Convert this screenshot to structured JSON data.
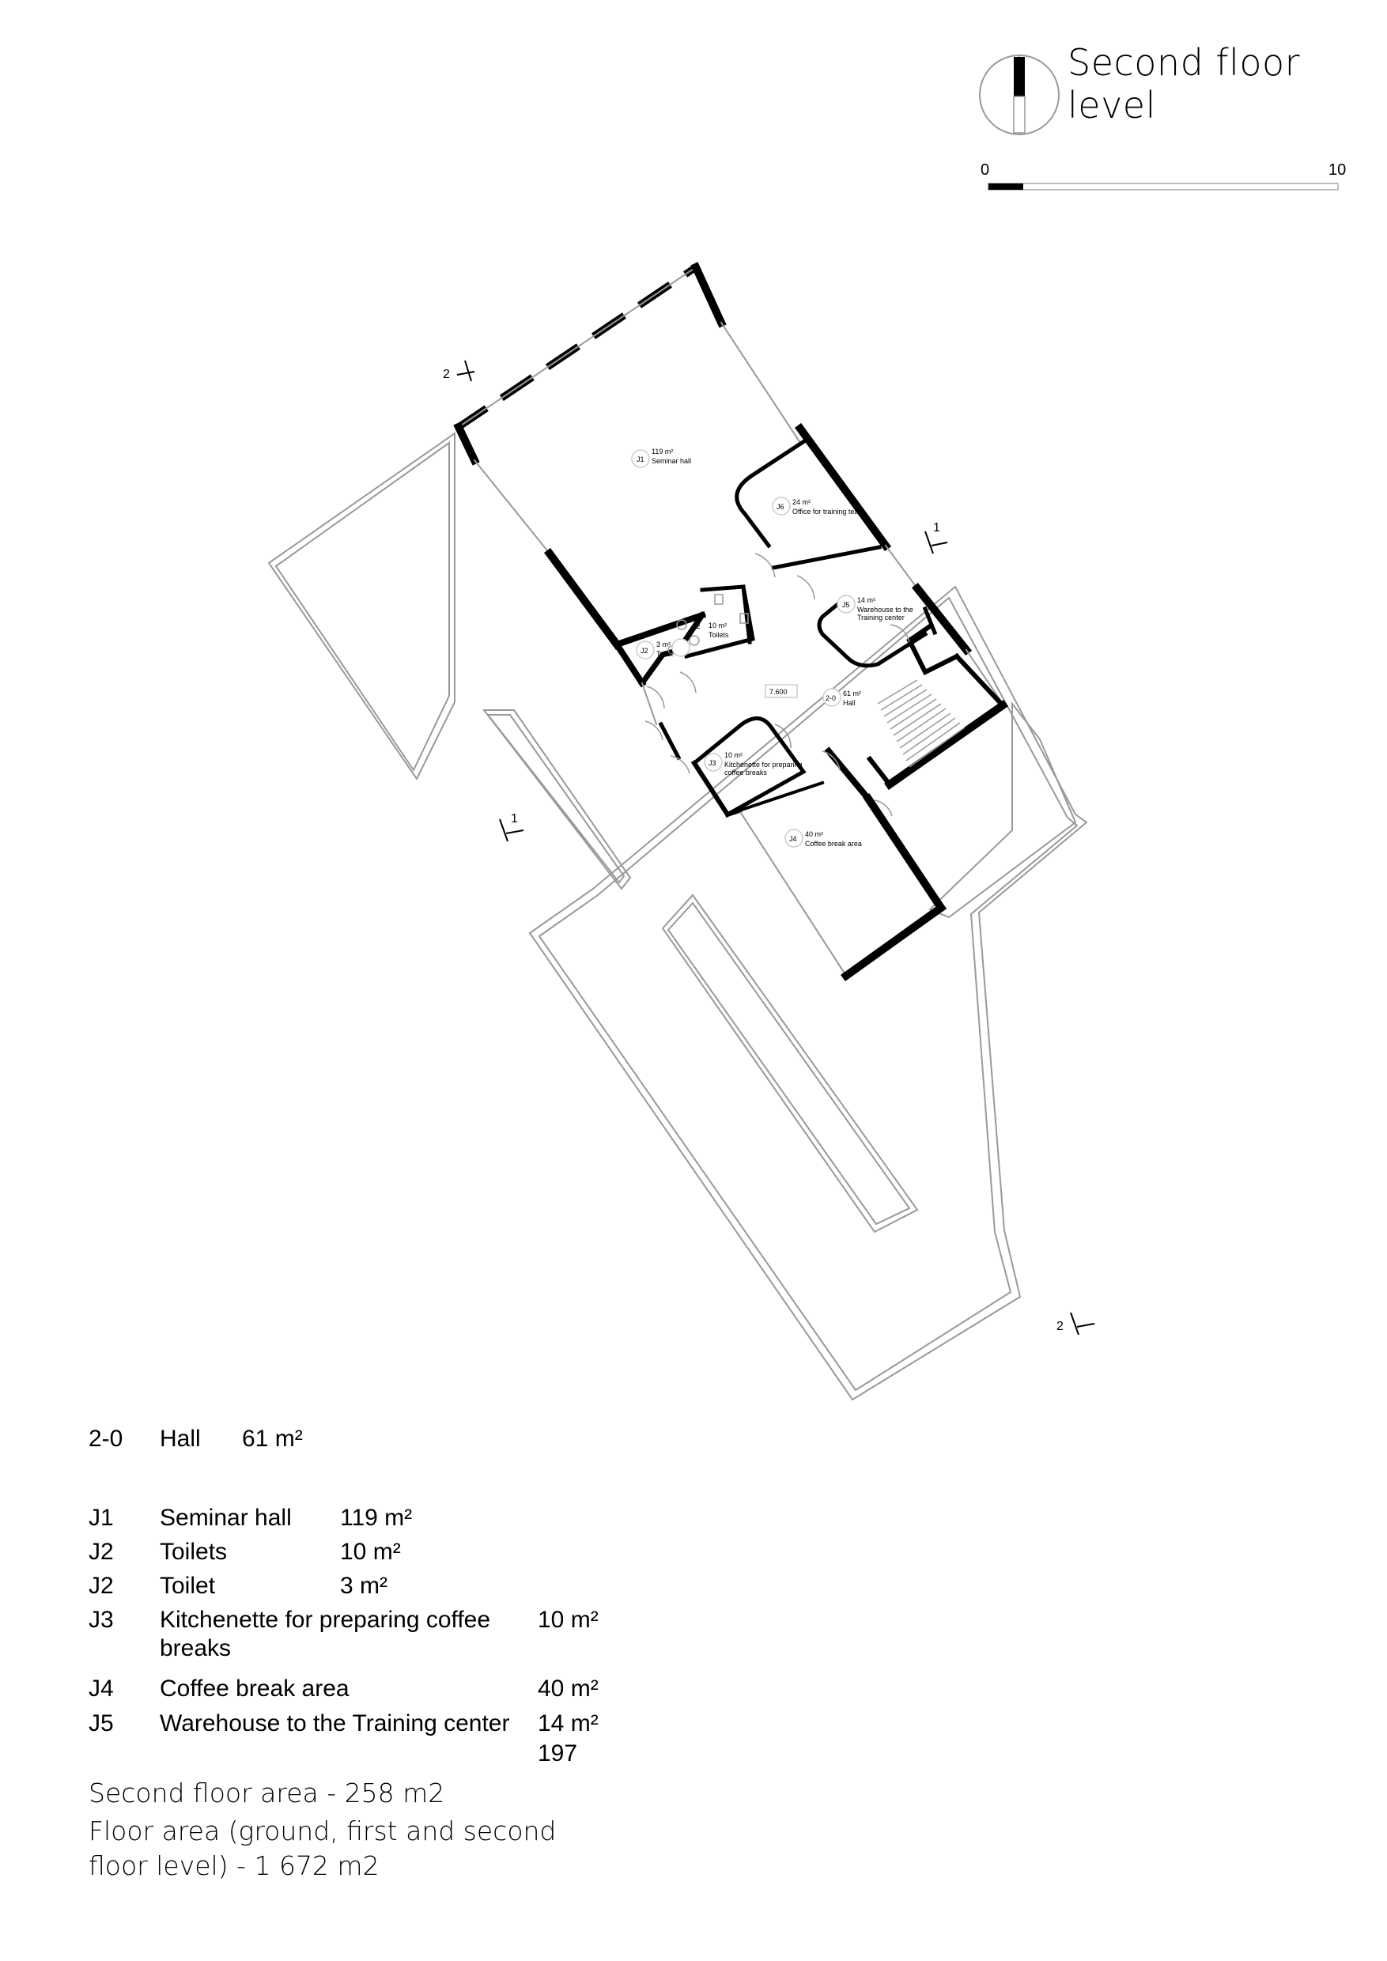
{
  "header": {
    "title": "Second floor level"
  },
  "scale_bar": {
    "start_label": "0",
    "end_label": "10"
  },
  "plan": {
    "elevation": "7.600",
    "section_marks": [
      {
        "id": "2"
      },
      {
        "id": "1"
      },
      {
        "id": "1"
      },
      {
        "id": "2"
      }
    ],
    "rooms": [
      {
        "code": "J1",
        "area": "119 m²",
        "name": "Seminar hall"
      },
      {
        "code": "J6",
        "area": "24 m²",
        "name": "Office for training team"
      },
      {
        "code": "J5",
        "area": "14 m²",
        "name": "Warehouse to the",
        "name2": "Training center"
      },
      {
        "code": "J2",
        "area": "10 m²",
        "name": "Toilets"
      },
      {
        "code": "J2",
        "area": "3 m²",
        "name": "Toilet"
      },
      {
        "code": "2-0",
        "area": "61 m²",
        "name": "Hall"
      },
      {
        "code": "J3",
        "area": "10 m²",
        "name": "Kitchenette for  preparing",
        "name2": "coffee  breaks"
      },
      {
        "code": "J4",
        "area": "40 m²",
        "name": "Coffee break area"
      }
    ]
  },
  "legend": {
    "hall": {
      "code": "2-0",
      "name": "Hall",
      "area": "61 m²"
    },
    "items": [
      {
        "code": "J1",
        "name": "Seminar hall",
        "area": "119 m²"
      },
      {
        "code": "J2",
        "name": "Toilets",
        "area": "10 m²"
      },
      {
        "code": "J2",
        "name": "Toilet",
        "area": "3 m²"
      },
      {
        "code": "J3",
        "name": "Kitchenette for preparing coffee",
        "name2": "breaks",
        "area": "10 m²"
      },
      {
        "code": "J4",
        "name": "Coffee break area",
        "area": "40 m²"
      },
      {
        "code": "J5",
        "name": "Warehouse to the Training center",
        "area": "14 m²"
      }
    ],
    "total": "197"
  },
  "summary": {
    "second_floor": "Second floor area - 258 m2",
    "total_line1": "Floor area (ground, first and second",
    "total_line2": "floor level) - 1 672 m2"
  }
}
